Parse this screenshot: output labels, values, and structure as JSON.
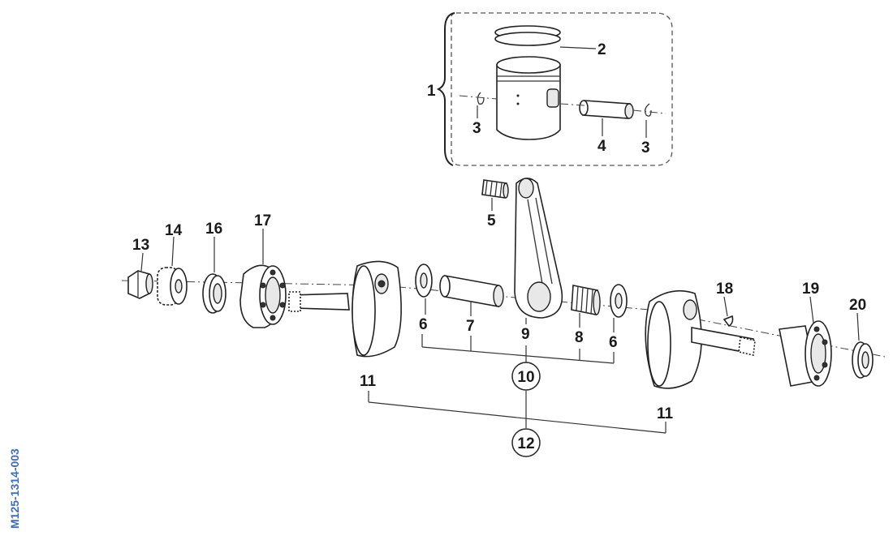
{
  "document_code": "M125-1314-003",
  "colors": {
    "document_code": "#3d6fb6",
    "line": "#222222",
    "background": "#ffffff"
  },
  "callouts": {
    "p1": "1",
    "p2": "2",
    "p3a": "3",
    "p3b": "3",
    "p4": "4",
    "p5": "5",
    "p6a": "6",
    "p6b": "6",
    "p7": "7",
    "p8": "8",
    "p9": "9",
    "p10": "10",
    "p11a": "11",
    "p11b": "11",
    "p12": "12",
    "p13": "13",
    "p14": "14",
    "p16": "16",
    "p17": "17",
    "p18": "18",
    "p19": "19",
    "p20": "20"
  }
}
